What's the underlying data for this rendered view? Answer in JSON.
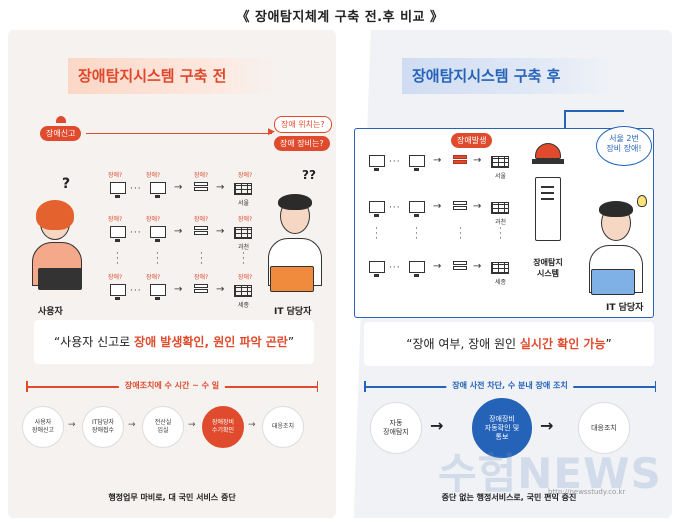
{
  "title": "《 장애탐지체계 구축 전.후 비교 》",
  "before": {
    "heading": "장애탐지시스템 구축 전",
    "report_tag": "장애신고",
    "question_label": "장애?",
    "locations": [
      "서울",
      "과천",
      "세종"
    ],
    "bubble_where": "장애 위치는?",
    "bubble_which": "장애 장비는?",
    "user_label": "사용자",
    "it_label": "IT 담당자",
    "quote_prefix": "“사용자 신고로 ",
    "quote_highlight": "장애 발생확인, 원인 파악 곤란",
    "quote_suffix": "”",
    "timeline_label": "장애조치에 수 시간 ~ 수 일",
    "steps": [
      "사용자\n장애신고",
      "IT담당자\n장애접수",
      "전산실\n입실",
      "장애장비\n수기확인",
      "대응조치"
    ],
    "footer": "행정업무 마비로, 대 국민 서비스 중단"
  },
  "after": {
    "heading": "장애탐지시스템 구축 후",
    "alert_tag": "장애발생",
    "locations": [
      "서울",
      "과천",
      "세종"
    ],
    "system_label": "장애탐지\n시스템",
    "bubble": "서울 2번\n장비 장애!",
    "it_label": "IT 담당자",
    "quote_prefix": "“장애 여부, 장애 원인 ",
    "quote_highlight": "실시간 확인 가능",
    "quote_suffix": "”",
    "timeline_label": "장애 사전 차단, 수 분내 장애 조치",
    "steps": [
      "자동\n장애탐지",
      "장애장비\n자동확인 및\n통보",
      "대응조치"
    ],
    "footer": "중단 없는 행정서비스로, 국민 편익 증진"
  },
  "watermark": {
    "logo": "수험NEWS",
    "url": "http://newsstudy.co.kr"
  },
  "colors": {
    "accent_red": "#e04b2d",
    "accent_blue": "#2463b8"
  }
}
